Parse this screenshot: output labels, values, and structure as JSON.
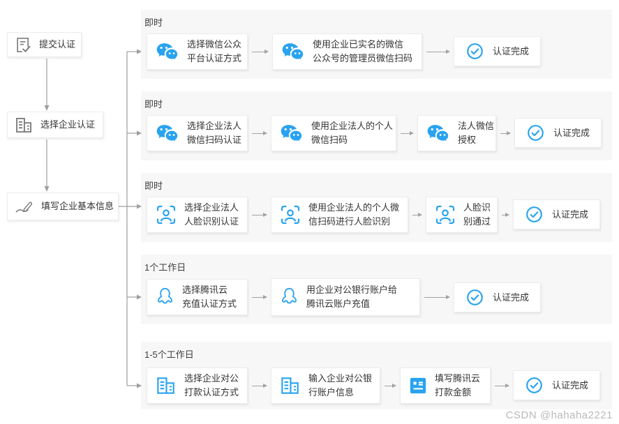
{
  "colors": {
    "accent": "#29a3ef",
    "icon_gray": "#7d7d7d",
    "band_bg": "#f7f7f7",
    "box_border": "#ececec",
    "text": "#333333",
    "connector": "#9e9e9e",
    "watermark": "#b9b9b9"
  },
  "left_steps": [
    {
      "label": "提交认证",
      "icon": "document-check-icon"
    },
    {
      "label": "选择企业认证",
      "icon": "company-building-icon"
    },
    {
      "label": "填写企业基本信息",
      "icon": "pen-signature-icon"
    }
  ],
  "rows": [
    {
      "duration": "即时",
      "boxes": [
        {
          "icon": "wechat-icon",
          "lines": [
            "选择微信公众",
            "平台认证方式"
          ]
        },
        {
          "icon": "wechat-icon",
          "lines": [
            "使用企业已实名的微信",
            "公众号的管理员微信扫码"
          ]
        },
        {
          "icon": "check-circle-icon",
          "lines": [
            "认证完成"
          ]
        }
      ]
    },
    {
      "duration": "即时",
      "boxes": [
        {
          "icon": "wechat-icon",
          "lines": [
            "选择企业法人",
            "微信扫码认证"
          ]
        },
        {
          "icon": "wechat-icon",
          "lines": [
            "使用企业法人的个人",
            "微信扫码"
          ]
        },
        {
          "icon": "wechat-icon",
          "lines": [
            "法人微信",
            "授权"
          ]
        },
        {
          "icon": "check-circle-icon",
          "lines": [
            "认证完成"
          ]
        }
      ]
    },
    {
      "duration": "即时",
      "boxes": [
        {
          "icon": "face-recognition-icon",
          "lines": [
            "选择企业法人",
            "人脸识别认证"
          ]
        },
        {
          "icon": "face-recognition-icon",
          "lines": [
            "使用企业法人的个人微",
            "信扫码进行人脸识别"
          ]
        },
        {
          "icon": "face-recognition-icon",
          "lines": [
            "人脸识",
            "别通过"
          ]
        },
        {
          "icon": "check-circle-icon",
          "lines": [
            "认证完成"
          ]
        }
      ]
    },
    {
      "duration": "1个工作日",
      "boxes": [
        {
          "icon": "qq-penguin-icon",
          "lines": [
            "选择腾讯云",
            "充值认证方式"
          ]
        },
        {
          "icon": "qq-penguin-icon",
          "lines": [
            "用企业对公银行账户给",
            "腾讯云账户充值"
          ]
        },
        {
          "icon": "check-circle-icon",
          "lines": [
            "认证完成"
          ]
        }
      ]
    },
    {
      "duration": "1-5个工作日",
      "boxes": [
        {
          "icon": "bank-building-icon",
          "lines": [
            "选择企业对公",
            "打款认证方式"
          ]
        },
        {
          "icon": "bank-building-icon",
          "lines": [
            "输入企业对公银",
            "行账户信息"
          ]
        },
        {
          "icon": "form-icon",
          "lines": [
            "填写腾讯云",
            "打款金额"
          ]
        },
        {
          "icon": "check-circle-icon",
          "lines": [
            "认证完成"
          ]
        }
      ]
    }
  ],
  "watermark": "CSDN @hahaha2221"
}
